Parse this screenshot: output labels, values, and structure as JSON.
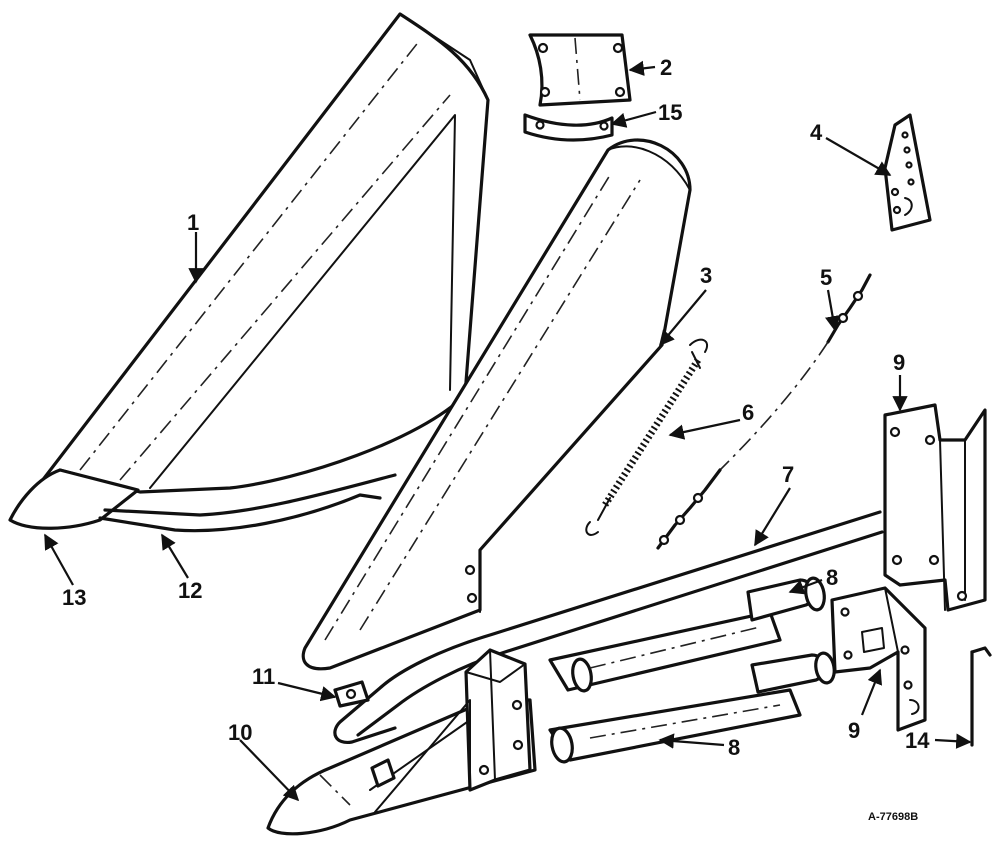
{
  "diagram": {
    "reference_code": "A-77698B",
    "parts": [
      {
        "id": "1",
        "label": "1"
      },
      {
        "id": "2",
        "label": "2"
      },
      {
        "id": "3",
        "label": "3"
      },
      {
        "id": "4",
        "label": "4"
      },
      {
        "id": "5",
        "label": "5"
      },
      {
        "id": "6",
        "label": "6"
      },
      {
        "id": "7",
        "label": "7"
      },
      {
        "id": "8a",
        "label": "8"
      },
      {
        "id": "8b",
        "label": "8"
      },
      {
        "id": "9a",
        "label": "9"
      },
      {
        "id": "9b",
        "label": "9"
      },
      {
        "id": "10",
        "label": "10"
      },
      {
        "id": "11",
        "label": "11"
      },
      {
        "id": "12",
        "label": "12"
      },
      {
        "id": "13",
        "label": "13"
      },
      {
        "id": "14",
        "label": "14"
      },
      {
        "id": "15",
        "label": "15"
      }
    ]
  }
}
